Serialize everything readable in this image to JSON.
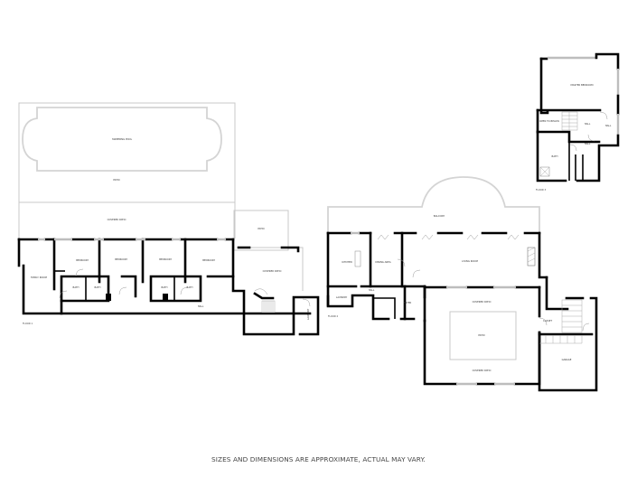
{
  "floors": [
    {
      "name": "Floor 1",
      "rooms": [
        {
          "id": "swimming-pool",
          "label": "SWIMMING POOL"
        },
        {
          "id": "patio",
          "label": "PATIO"
        },
        {
          "id": "covered-patio-top",
          "label": "COVERED PATIO"
        },
        {
          "id": "patio-small",
          "label": "PATIO"
        },
        {
          "id": "family-room",
          "label": "FAMILY ROOM"
        },
        {
          "id": "bedroom-1",
          "label": "BEDROOM"
        },
        {
          "id": "bedroom-2",
          "label": "BEDROOM"
        },
        {
          "id": "bedroom-3",
          "label": "BEDROOM"
        },
        {
          "id": "bedroom-4",
          "label": "BEDROOM"
        },
        {
          "id": "bath-1",
          "label": "BATH"
        },
        {
          "id": "bath-2",
          "label": "BATH"
        },
        {
          "id": "bath-3",
          "label": "BATH"
        },
        {
          "id": "bath-4",
          "label": "BATH"
        },
        {
          "id": "hall-1",
          "label": "HALL"
        },
        {
          "id": "covered-patio-side",
          "label": "COVERED PATIO"
        },
        {
          "id": "laundry-1",
          "label": "LAUNDRY"
        }
      ]
    },
    {
      "name": "Floor 2",
      "rooms": [
        {
          "id": "balcony",
          "label": "BALCONY"
        },
        {
          "id": "kitchen",
          "label": "KITCHEN"
        },
        {
          "id": "dining-area",
          "label": "DINING AREA"
        },
        {
          "id": "living-room",
          "label": "LIVING ROOM"
        },
        {
          "id": "laundry-2",
          "label": "LAUNDRY"
        },
        {
          "id": "hall-2",
          "label": "HALL"
        },
        {
          "id": "foyer",
          "label": "FOYER"
        },
        {
          "id": "covered-patio-a",
          "label": "COVERED PATIO"
        },
        {
          "id": "patio-center",
          "label": "PATIO"
        },
        {
          "id": "covered-patio-b",
          "label": "COVERED PATIO"
        },
        {
          "id": "closet",
          "label": "CLOSET"
        },
        {
          "id": "garage",
          "label": "GARAGE"
        }
      ]
    },
    {
      "name": "Floor 3",
      "rooms": [
        {
          "id": "master-bedroom",
          "label": "MASTER BEDROOM"
        },
        {
          "id": "open-to-below",
          "label": "OPEN TO BELOW"
        },
        {
          "id": "hall-3a",
          "label": "HALL"
        },
        {
          "id": "hall-3b",
          "label": "HALL"
        },
        {
          "id": "hall-3c",
          "label": "HALL"
        },
        {
          "id": "bath-5",
          "label": "BATH"
        }
      ]
    }
  ],
  "floor_labels": {
    "f1": "FLOOR 1",
    "f2": "FLOOR 2",
    "f3": "FLOOR 3"
  },
  "labels": {
    "swimming_pool": "SWIMMING POOL",
    "patio": "PATIO",
    "covered_patio": "COVERED PATIO",
    "family_room": "FAMILY ROOM",
    "bedroom": "BEDROOM",
    "bath": "BATH",
    "hall": "HALL",
    "laundry": "LAUNDRY",
    "balcony": "BALCONY",
    "kitchen": "KITCHEN",
    "dining_area": "DINING AREA",
    "living_room": "LIVING ROOM",
    "foyer": "FOYER",
    "closet": "CLOSET",
    "garage": "GARAGE",
    "master_bedroom": "MASTER BEDROOM",
    "open_to_below": "OPEN TO BELOW",
    "wic": "WIC"
  },
  "disclaimer": "SIZES AND DIMENSIONS ARE APPROXIMATE, ACTUAL MAY VARY.",
  "colors": {
    "wall": "#000000",
    "outline": "#c8c8c8",
    "window": "#bdbdbd",
    "background": "#ffffff"
  }
}
